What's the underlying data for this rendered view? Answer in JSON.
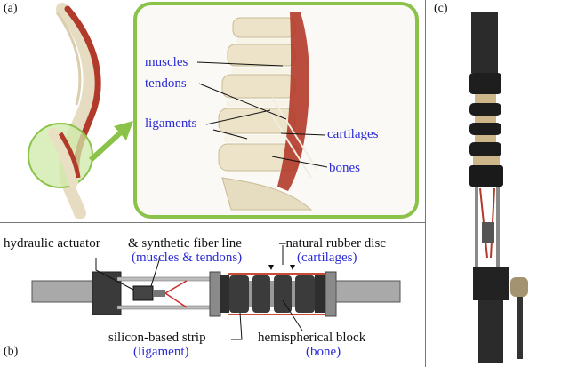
{
  "panels": {
    "a": {
      "tag": "(a)"
    },
    "b": {
      "tag": "(b)"
    },
    "c": {
      "tag": "(c)"
    }
  },
  "anatomy_labels": {
    "muscles": "muscles",
    "tendons": "tendons",
    "ligaments": "ligaments",
    "cartilages": "cartilages",
    "bones": "bones"
  },
  "mechanism_labels": {
    "hydraulic_actuator": "hydraulic actuator",
    "synthetic_fiber_line": "& synthetic fiber line",
    "synthetic_fiber_line_map": "(muscles & tendons)",
    "rubber_disc": "natural rubber disc",
    "rubber_disc_map": "(cartilages)",
    "silicon_strip": "silicon-based strip",
    "silicon_strip_map": "(ligament)",
    "hemispherical_block": "hemispherical block",
    "hemispherical_block_map": "(bone)"
  },
  "colors": {
    "inset_border": "#8bc34a",
    "highlight_fill": "#cfe9a8",
    "label_blue": "#2b2bd6",
    "muscle_red": "#b23a2a",
    "bone_beige": "#e9dfc3"
  }
}
